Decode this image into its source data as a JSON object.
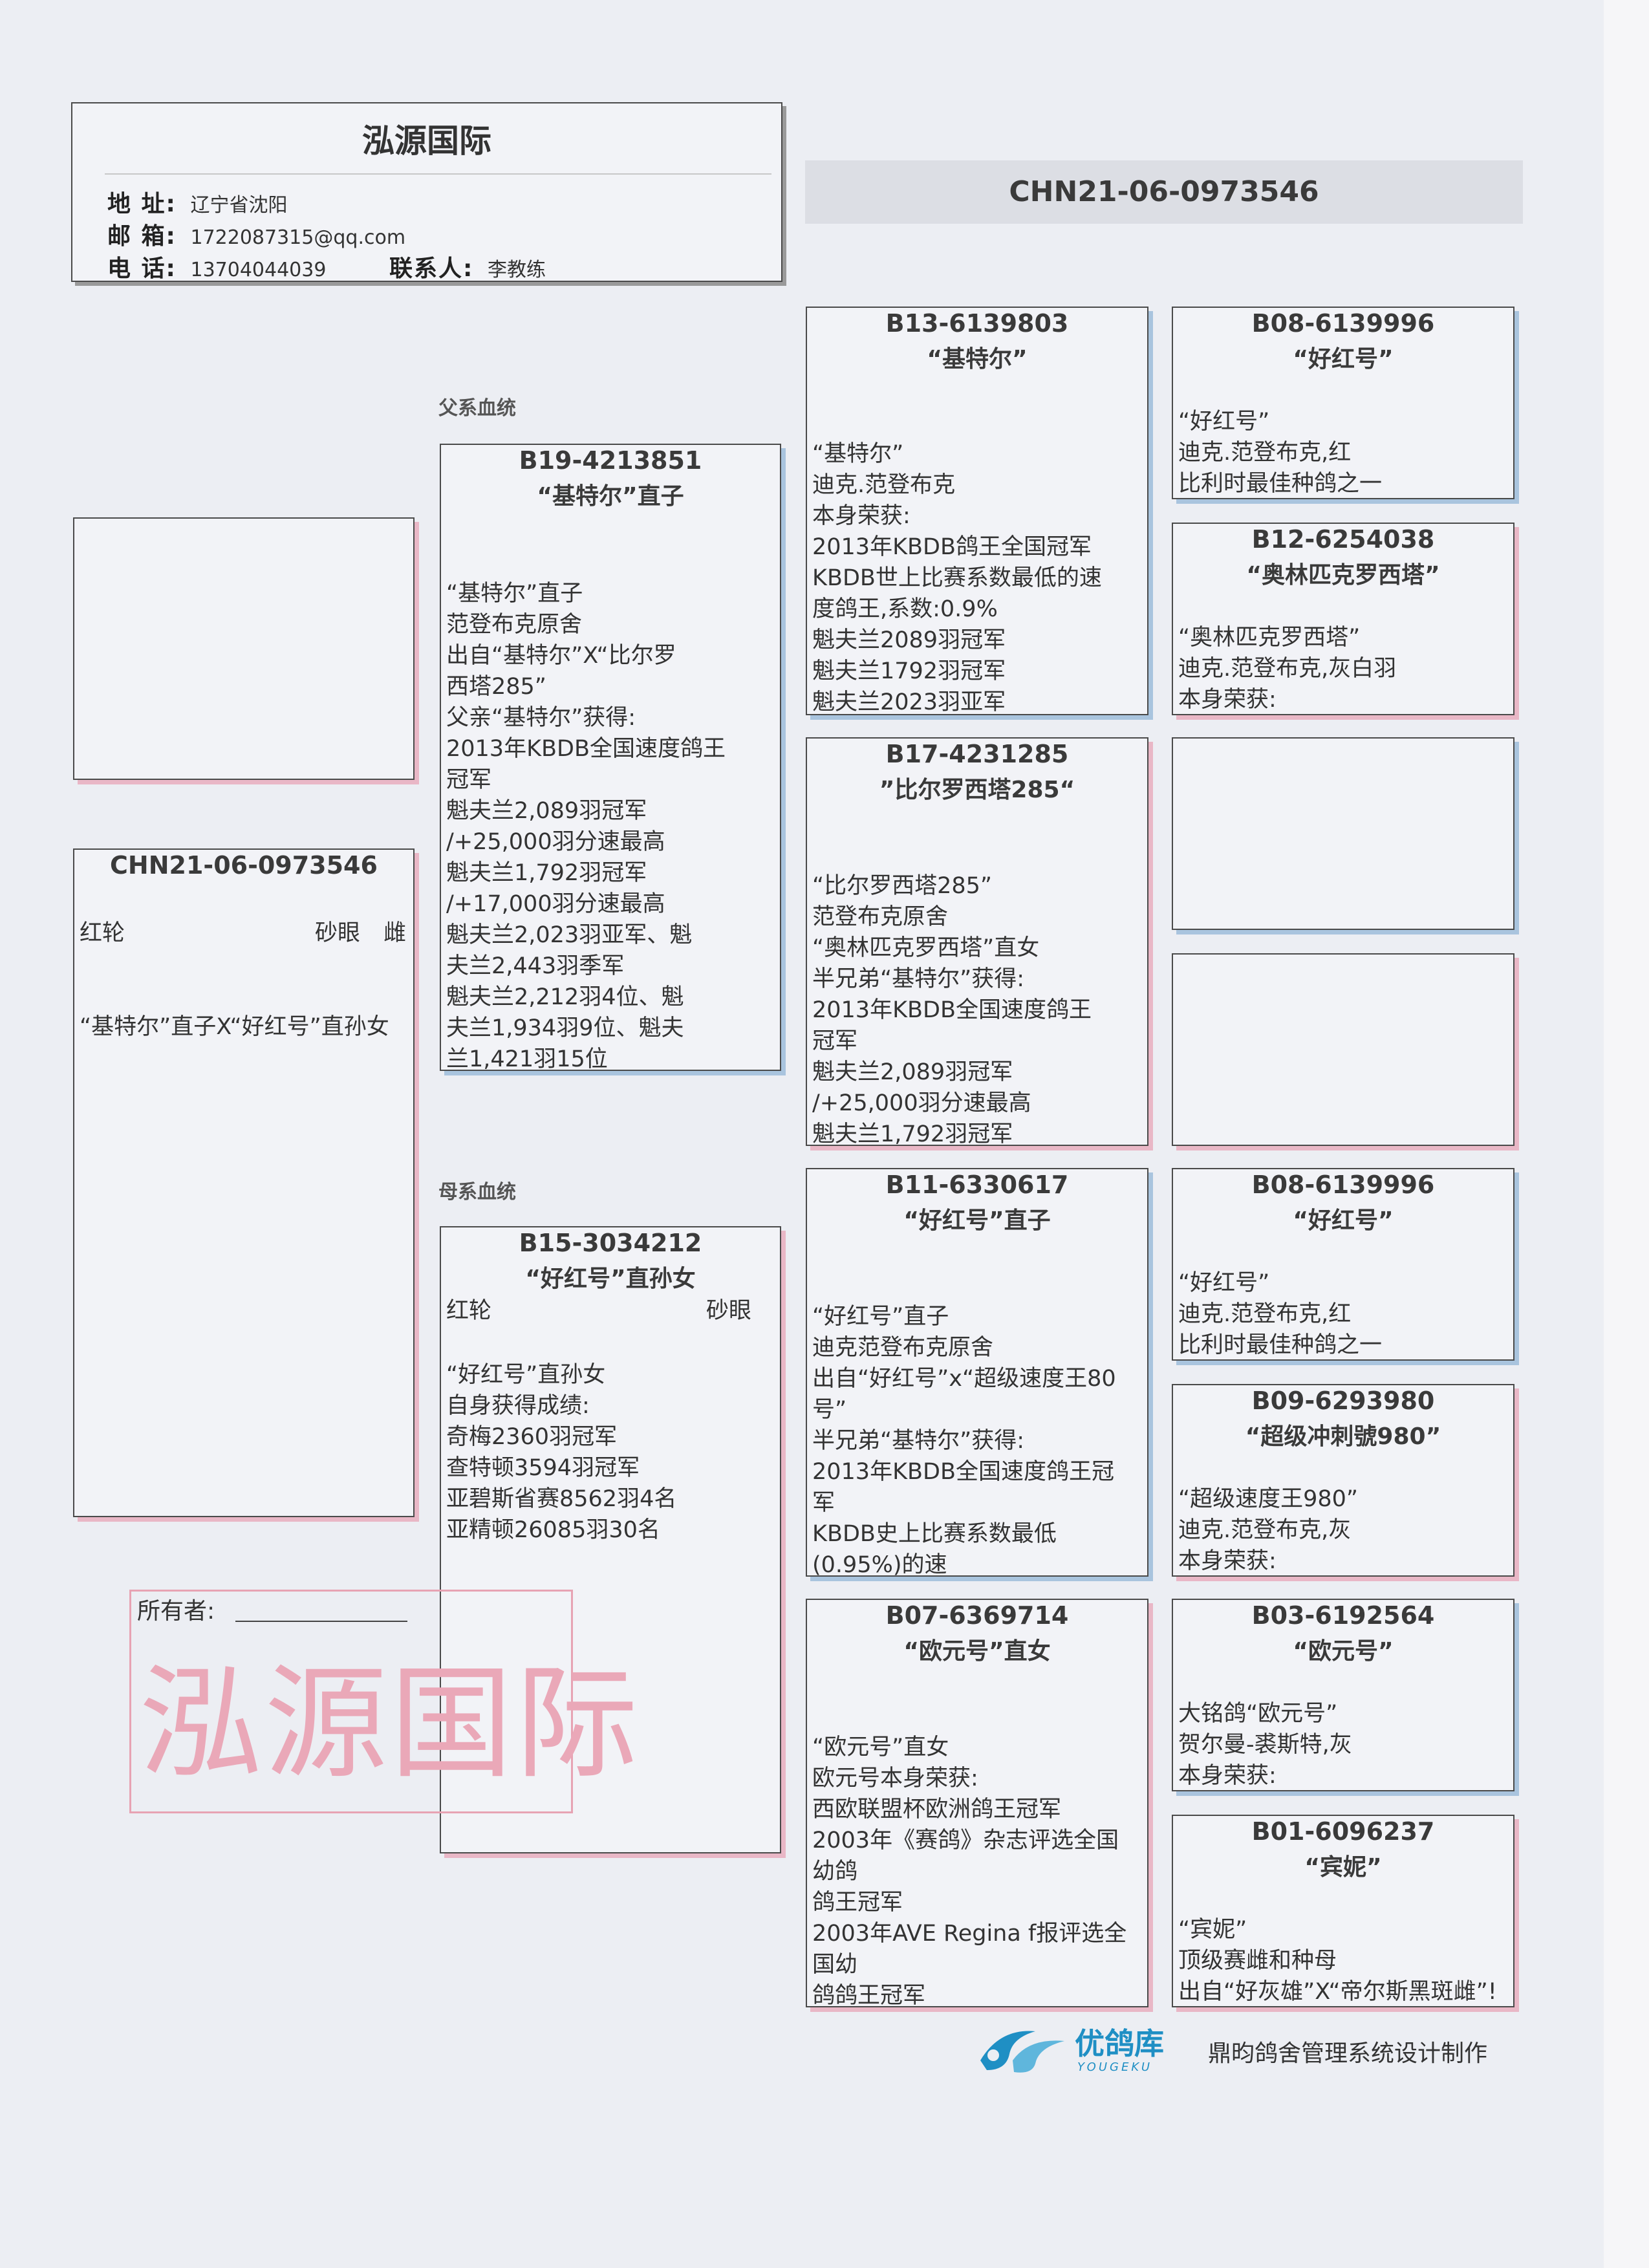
{
  "header": {
    "title": "泓源国际",
    "address_label": "地 址:",
    "address": "辽宁省沈阳",
    "email_label": "邮 箱:",
    "email": "1722087315@qq.com",
    "phone_label": "电 话:",
    "phone": "13704044039",
    "contact_label": "联系人:",
    "contact": "李教练"
  },
  "banner_ring": "CHN21-06-0973546",
  "sections": {
    "sire_line": "父系血统",
    "dam_line": "母系血统"
  },
  "subject": {
    "ring": "CHN21-06-0973546",
    "color": "红轮",
    "eye": "砂眼",
    "sex": "雌",
    "desc": "“基特尔”直子X“好红号”直孙女"
  },
  "sire": {
    "ring": "B19-4213851",
    "name": "“基特尔”直子",
    "desc": "“基特尔”直子\n范登布克原舍\n出自“基特尔”X“比尔罗\n西塔285”\n父亲“基特尔”获得:\n2013年KBDB全国速度鸽王\n冠军\n魁夫兰2,089羽冠军\n/+25,000羽分速最高\n魁夫兰1,792羽冠军\n/+17,000羽分速最高\n魁夫兰2,023羽亚军、魁\n夫兰2,443羽季军\n魁夫兰2,212羽4位、魁\n夫兰1,934羽9位、魁夫\n兰1,421羽15位"
  },
  "dam": {
    "ring": "B15-3034212",
    "name": "“好红号”直孙女",
    "color": "红轮",
    "eye": "砂眼",
    "desc": "“好红号”直孙女\n自身获得成绩:\n奇梅2360羽冠军\n查特顿3594羽冠军\n亚碧斯省赛8562羽4名\n亚精顿26085羽30名"
  },
  "sire_sire": {
    "ring": "B13-6139803",
    "name": "“基特尔”",
    "desc": "“基特尔”\n迪克.范登布克\n本身荣获:\n2013年KBDB鸽王全国冠军\nKBDB世上比赛系数最低的速\n度鸽王,系数:0.9%\n魁夫兰2089羽冠军\n魁夫兰1792羽冠军\n魁夫兰2023羽亚军"
  },
  "sire_dam": {
    "ring": "B17-4231285",
    "name": "”比尔罗西塔285“",
    "desc": "“比尔罗西塔285”\n范登布克原舍\n“奥林匹克罗西塔”直女\n半兄弟“基特尔”获得:\n2013年KBDB全国速度鸽王\n冠军\n魁夫兰2,089羽冠军\n/+25,000羽分速最高\n魁夫兰1,792羽冠军"
  },
  "dam_sire": {
    "ring": "B11-6330617",
    "name": "“好红号”直子",
    "desc": "“好红号”直子\n迪克范登布克原舍\n出自“好红号”x“超级速度王80\n号”\n半兄弟“基特尔”获得:\n2013年KBDB全国速度鸽王冠\n军\nKBDB史上比赛系数最低\n(0.95%)的速"
  },
  "dam_dam": {
    "ring": "B07-6369714",
    "name": "“欧元号”直女",
    "desc": "“欧元号”直女\n欧元号本身荣获:\n西欧联盟杯欧洲鸽王冠军\n2003年《赛鸽》杂志评选全国\n幼鸽\n鸽王冠军\n2003年AVE Regina f报评选全\n国幼\n鸽鸽王冠军"
  },
  "g1": {
    "ring": "B08-6139996",
    "name": "“好红号”",
    "desc": "“好红号”\n迪克.范登布克,红\n比利时最佳种鸽之一"
  },
  "g2": {
    "ring": "B12-6254038",
    "name": "“奥林匹克罗西塔”",
    "desc": "“奥林匹克罗西塔”\n迪克.范登布克,灰白羽\n本身荣获:"
  },
  "g5": {
    "ring": "B08-6139996",
    "name": "“好红号”",
    "desc": "“好红号”\n迪克.范登布克,红\n比利时最佳种鸽之一"
  },
  "g6": {
    "ring": "B09-6293980",
    "name": "“超级冲刺號980”",
    "desc": "“超级速度王980”\n迪克.范登布克,灰\n本身荣获:"
  },
  "g7": {
    "ring": "B03-6192564",
    "name": "“欧元号”",
    "desc": "大铭鸽“欧元号”\n贺尔曼-裘斯特,灰\n本身荣获:"
  },
  "g8": {
    "ring": "B01-6096237",
    "name": "“宾妮”",
    "desc": "“宾妮”\n顶级赛雌和种母\n出自“好灰雄”X“帝尔斯黑斑雌”!"
  },
  "owner_label": "所有者:",
  "stamp_text": "泓源国际",
  "logo": {
    "name": "优鸽库",
    "sub": "YOUGEKU"
  },
  "footer": "鼎昀鸽舍管理系统设计制作",
  "colors": {
    "accent_blue": "#a9c4de",
    "accent_pink": "#e9b7c6",
    "logo_blue": "#1f8fc4",
    "stamp_red": "#e8a2b2"
  }
}
